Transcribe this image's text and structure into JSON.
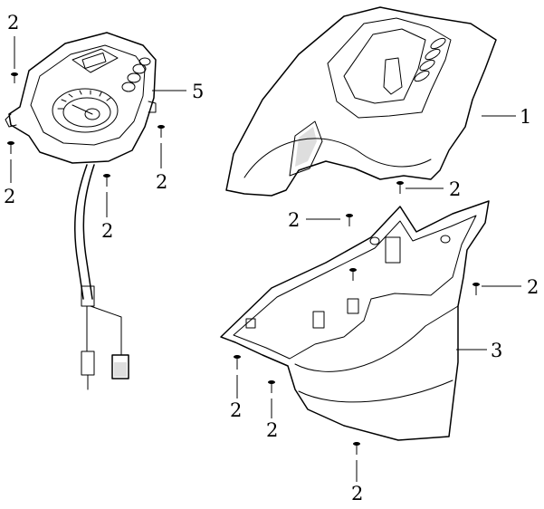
{
  "diagram": {
    "callouts": {
      "instrument_cover": "1",
      "screw": "2",
      "lower_cover": "3",
      "speedometer": "5"
    },
    "colors": {
      "line": "#000000",
      "background": "#ffffff",
      "shade": "#dedede"
    }
  }
}
